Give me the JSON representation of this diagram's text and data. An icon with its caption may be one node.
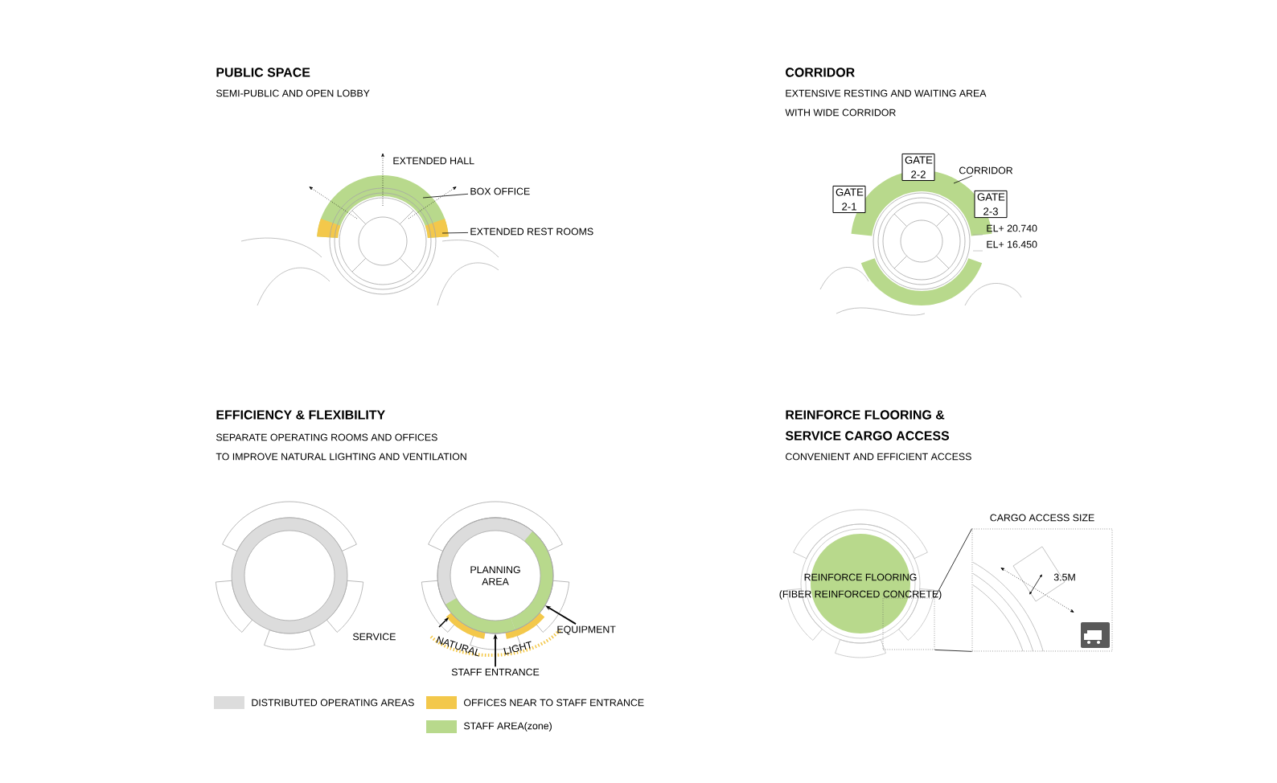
{
  "diagram": {
    "nodes": [
      {
        "text": [
          "BOX OFFICE"
        ]
      },
      {
        "text": [
          "EXTENDED REST ROOMS"
        ]
      },
      {
        "text": [
          "GATE 2-1"
        ]
      },
      {
        "text": [
          "GATE 2-2"
        ]
      },
      {
        "text": [
          "CORRIDOR"
        ]
      },
      {
        "text": [
          "GATE 2-3"
        ]
      },
      {
        "text": [
          "PLANNING AREA"
        ]
      },
      {
        "text": [
          "EQUIPMENT"
        ]
      },
      {
        "text": [
          "STAFF ENTRANCE"
        ]
      },
      {
        "text": [],
        "shape": "box"
      },
      {
        "text": [],
        "shape": "box"
      }
    ],
    "edges": [
      {
        "from": 0,
        "to": null,
        "arrow": "none"
      },
      {
        "from": 1,
        "to": null,
        "arrow": "none"
      },
      {
        "from": 4,
        "to": null,
        "arrow": "none"
      },
      {
        "from": 7,
        "to": 6,
        "arrow": "to"
      },
      {
        "from": 8,
        "to": 6,
        "arrow": "to"
      },
      {
        "from": 9,
        "to": 10,
        "arrow": "none"
      },
      {
        "from": 9,
        "to": 10,
        "arrow": "none"
      }
    ],
    "labels": [
      "PUBLIC SPACE",
      "SEMI-PUBLIC AND OPEN LOBBY",
      "EXTENDED HALL",
      "CORRIDOR",
      "EXTENSIVE RESTING AND WAITING AREA",
      "WITH WIDE CORRIDOR",
      "EL+ 20.740",
      "EL+ 16.450",
      "EFFICIENCY & FLEXIBILITY",
      "SEPARATE OPERATING ROOMS AND OFFICES",
      "TO IMPROVE NATURAL LIGHTING AND VENTILATION",
      "SERVICE",
      "NATURAL",
      "LIGHT",
      "REINFORCE FLOORING &",
      "SERVICE CARGO ACCESS",
      "CONVENIENT AND EFFICIENT ACCESS",
      "REINFORCE FLOORING",
      "(FIBER REINFORCED CONCRETE)",
      "CARGO ACCESS SIZE",
      "3.5M"
    ],
    "legend": [
      {
        "text": "DISTRIBUTED OPERATING AREAS",
        "color": "#dcdcdc"
      },
      {
        "text": "OFFICES NEAR TO STAFF ENTRANCE",
        "color": "#f3c84b"
      },
      {
        "text": "STAFF AREA(zone)",
        "color": "#b8d98c"
      }
    ]
  }
}
